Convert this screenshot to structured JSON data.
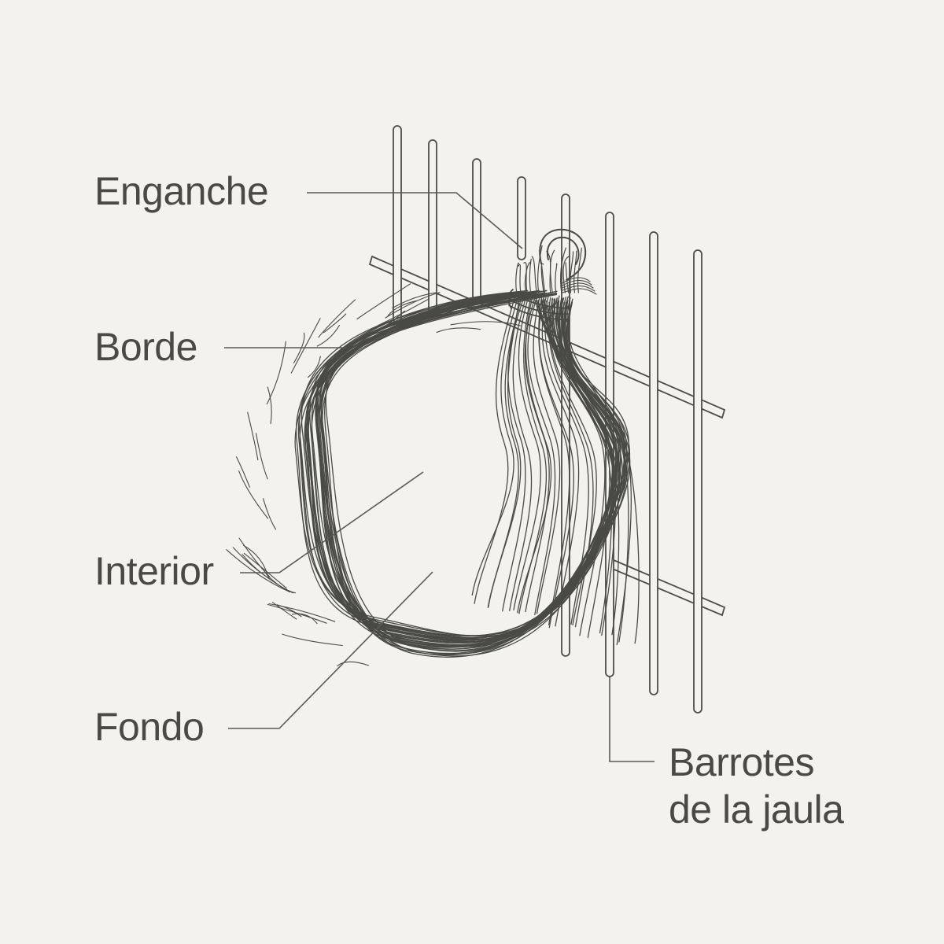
{
  "labels": {
    "hook": "Enganche",
    "rim": "Borde",
    "interior": "Interior",
    "bottom": "Fondo",
    "bars_line1": "Barrotes",
    "bars_line2": "de la jaula"
  },
  "colors": {
    "background": "#f3f2ed",
    "ink": "#4a4a45"
  }
}
